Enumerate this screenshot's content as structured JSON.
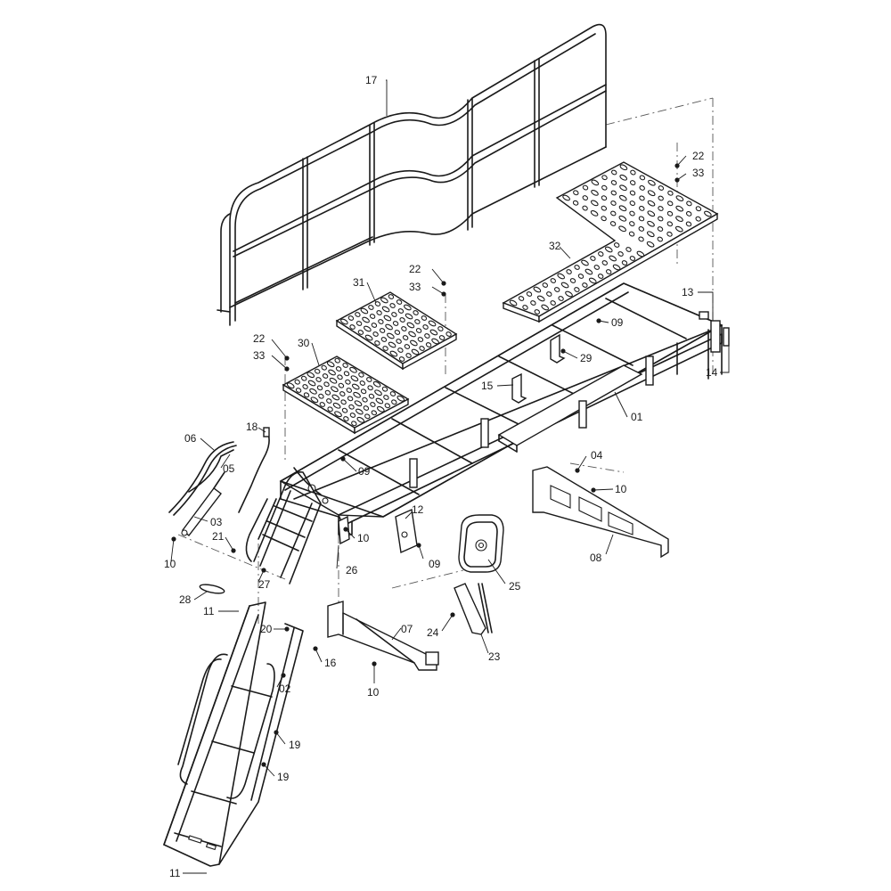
{
  "callouts": {
    "c01": "01",
    "c02": "02",
    "c03": "03",
    "c04": "04",
    "c05": "05",
    "c06": "06",
    "c07": "07",
    "c08": "08",
    "c09a": "09",
    "c09b": "09",
    "c09c": "09",
    "c10a": "10",
    "c10b": "10",
    "c10c": "10",
    "c10d": "10",
    "c11a": "11",
    "c11b": "11",
    "c12": "12",
    "c13": "13",
    "c14": "14",
    "c15": "15",
    "c16": "16",
    "c17": "17",
    "c18": "18",
    "c19a": "19",
    "c19b": "19",
    "c20": "20",
    "c21": "21",
    "c22a": "22",
    "c22b": "22",
    "c22c": "22",
    "c23": "23",
    "c24": "24",
    "c25": "25",
    "c26": "26",
    "c27": "27",
    "c28": "28",
    "c29": "29",
    "c30": "30",
    "c31": "31",
    "c32": "32",
    "c33a": "33",
    "c33b": "33",
    "c33c": "33"
  }
}
